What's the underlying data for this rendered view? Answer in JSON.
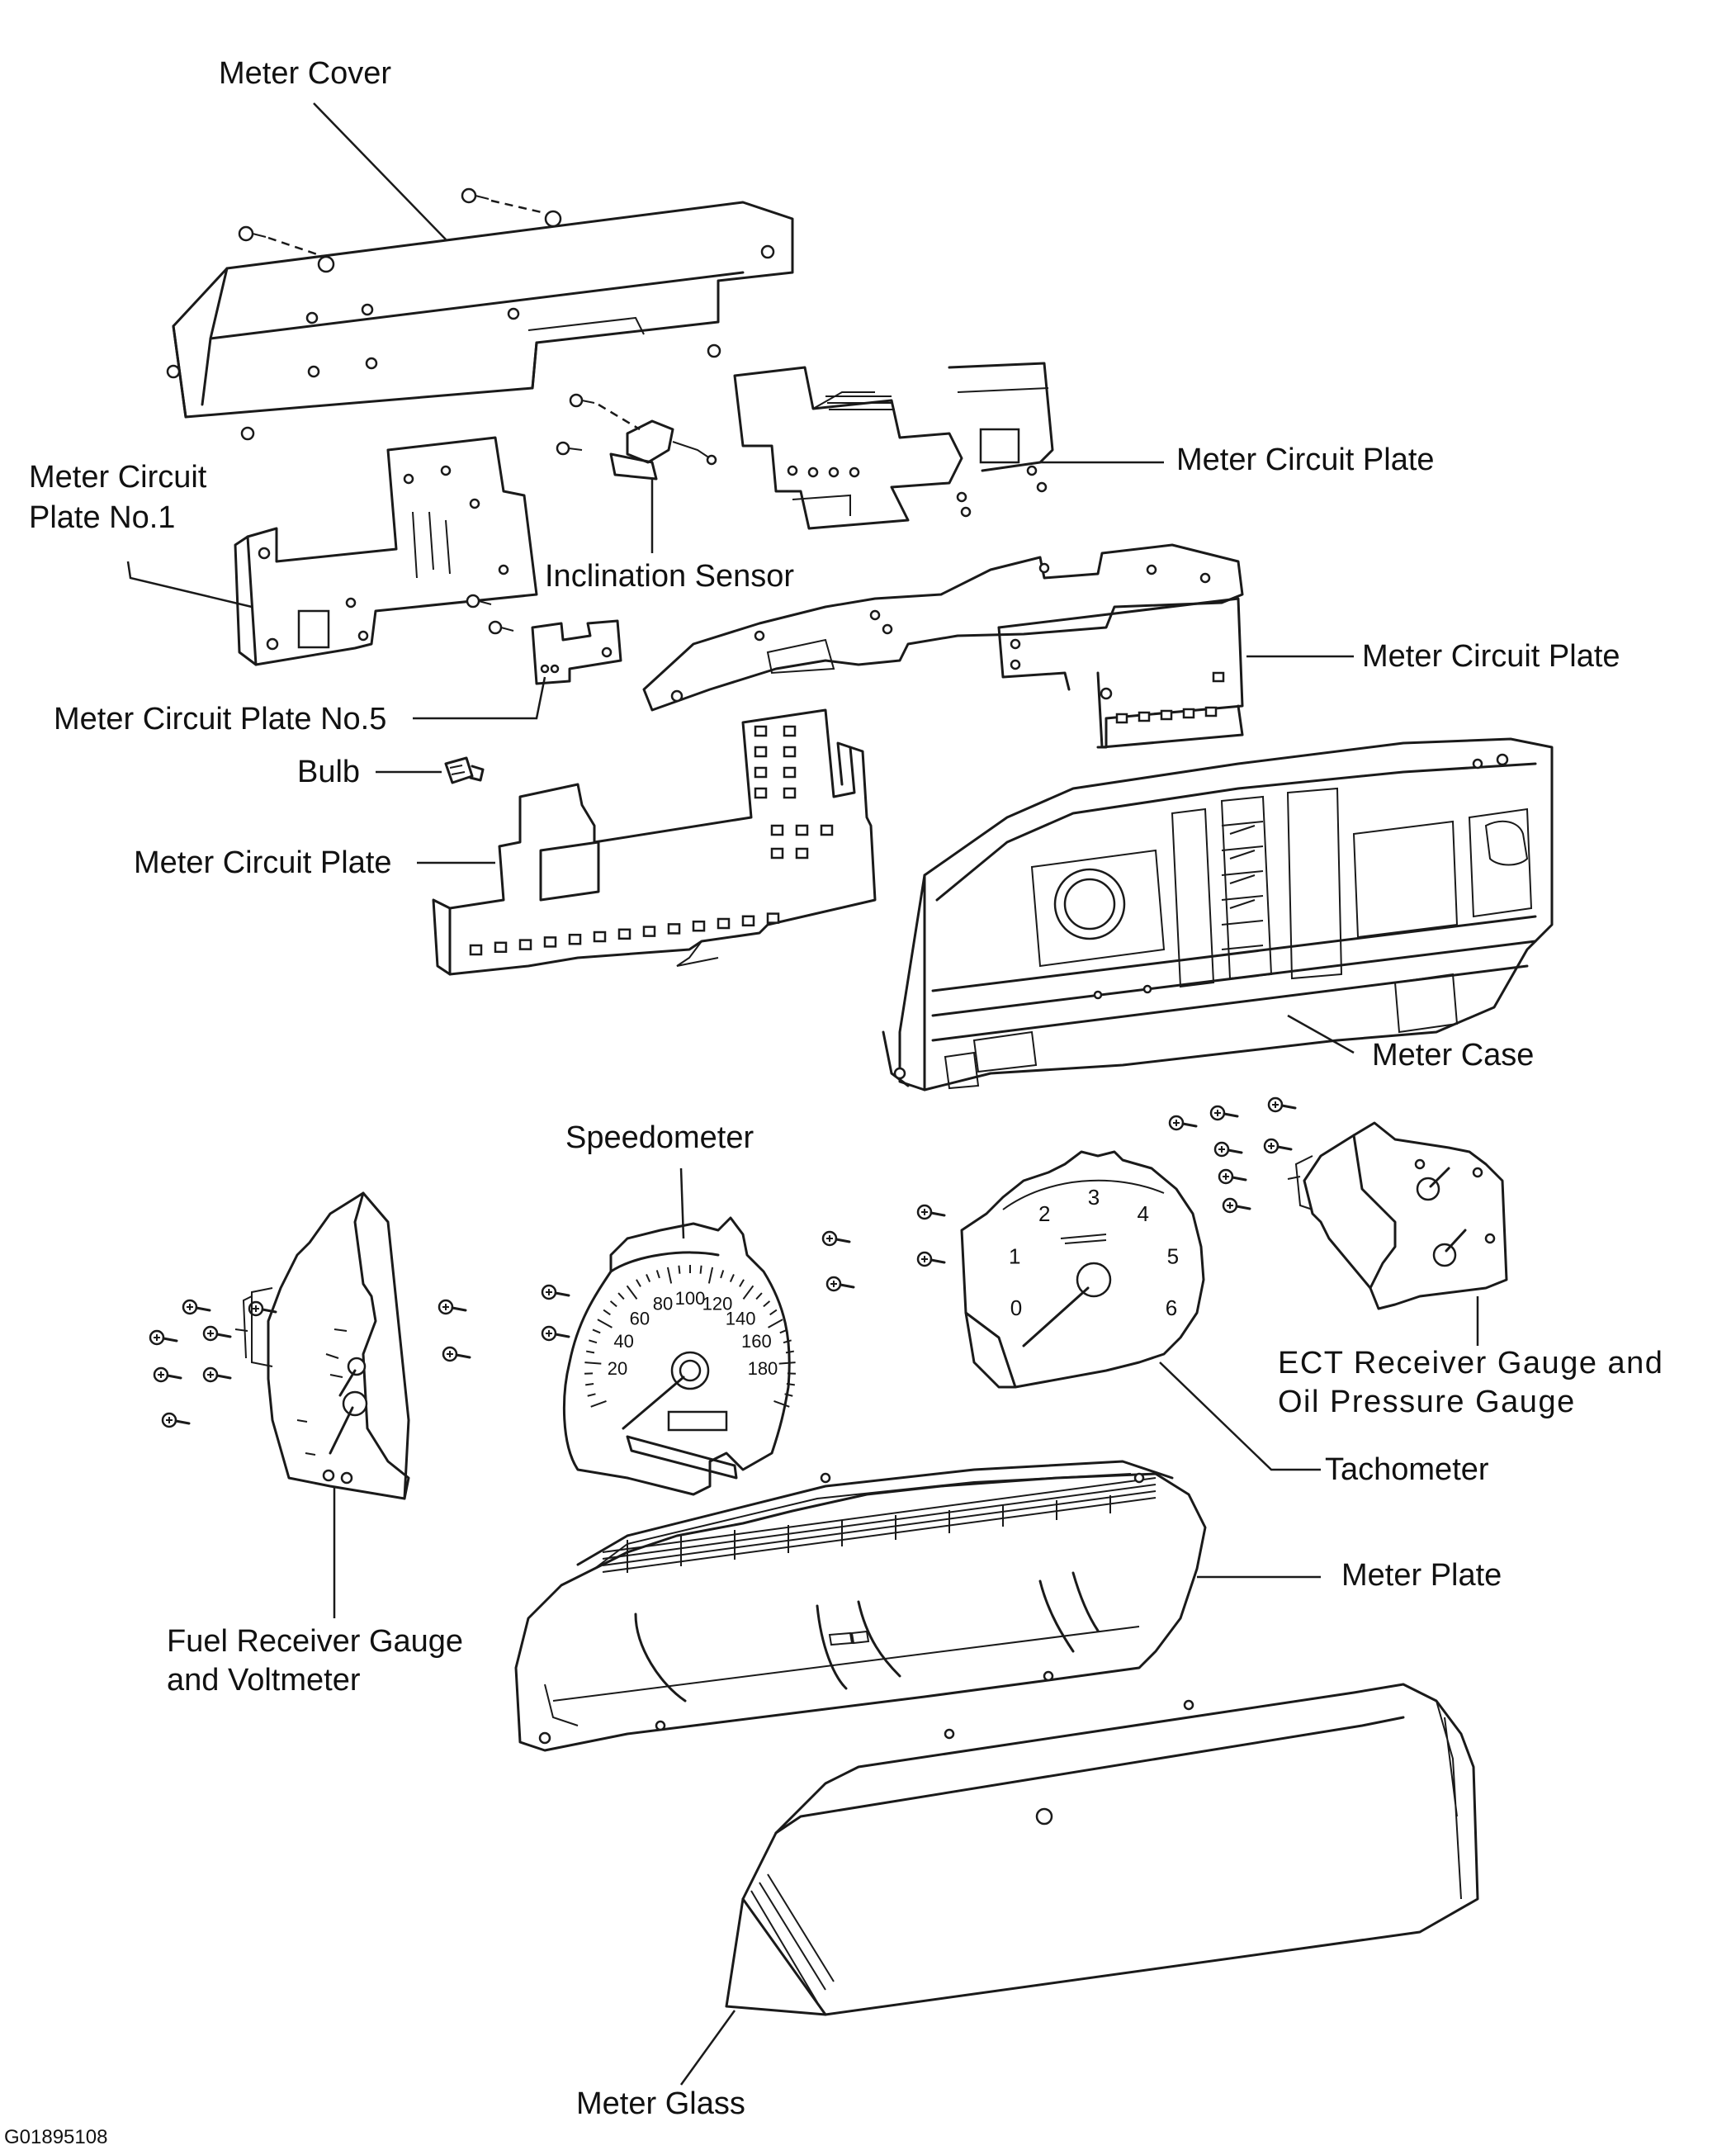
{
  "labels": {
    "meter_cover": "Meter Cover",
    "meter_circuit_plate_no1": [
      "Meter Circuit",
      "Plate No.1"
    ],
    "meter_circuit_plate_top": "Meter Circuit Plate",
    "inclination_sensor": "Inclination Sensor",
    "meter_circuit_plate_right": "Meter Circuit Plate",
    "meter_circuit_plate_no5": "Meter Circuit Plate No.5",
    "bulb": "Bulb",
    "meter_circuit_plate_left": "Meter Circuit Plate",
    "meter_case": "Meter Case",
    "speedometer": "Speedometer",
    "ect_gauge": [
      "ECT Receiver Gauge and",
      "Oil Pressure Gauge"
    ],
    "tachometer": "Tachometer",
    "meter_plate": "Meter Plate",
    "fuel_gauge": [
      "Fuel Receiver Gauge",
      "and Voltmeter"
    ],
    "meter_glass": "Meter Glass"
  },
  "figure_id": "G01895108",
  "speedometer_scale": [
    "20",
    "40",
    "60",
    "80",
    "100",
    "120",
    "140",
    "160",
    "180"
  ],
  "tachometer_scale": [
    "0",
    "1",
    "2",
    "3",
    "4",
    "5",
    "6"
  ]
}
